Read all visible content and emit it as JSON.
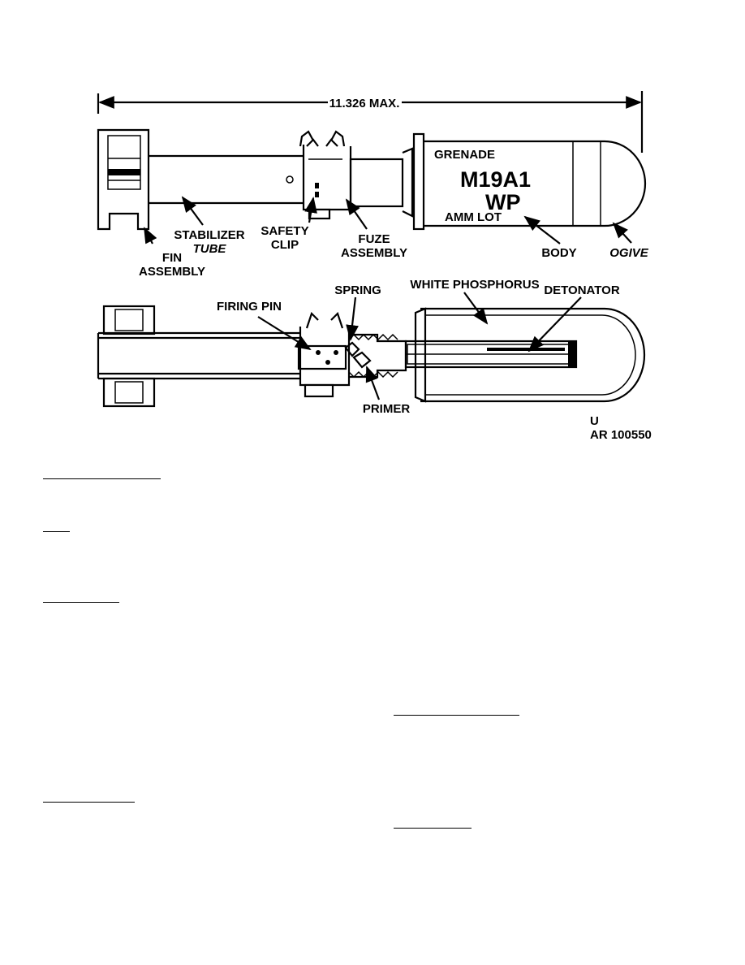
{
  "dimension": {
    "label": "11.326 MAX."
  },
  "body_markings": {
    "line1": "GRENADE",
    "line2": "M19A1",
    "line3": "WP",
    "line4": "AMM LOT"
  },
  "exterior_labels": {
    "fin": [
      "FIN",
      "ASSEMBLY"
    ],
    "stabilizer": [
      "STABILIZER",
      "TUBE"
    ],
    "safety": [
      "SAFETY",
      "CLIP"
    ],
    "fuze": [
      "FUZE",
      "ASSEMBLY"
    ],
    "body": "BODY",
    "ogive": "OGIVE"
  },
  "section_labels": {
    "firing_pin": "FIRING PIN",
    "spring": "SPRING",
    "white_phosphorus": "WHITE PHOSPHORUS",
    "detonator": "DETONATOR",
    "primer": "PRIMER"
  },
  "figure_id": {
    "line1": "U",
    "line2": "AR 100550"
  }
}
